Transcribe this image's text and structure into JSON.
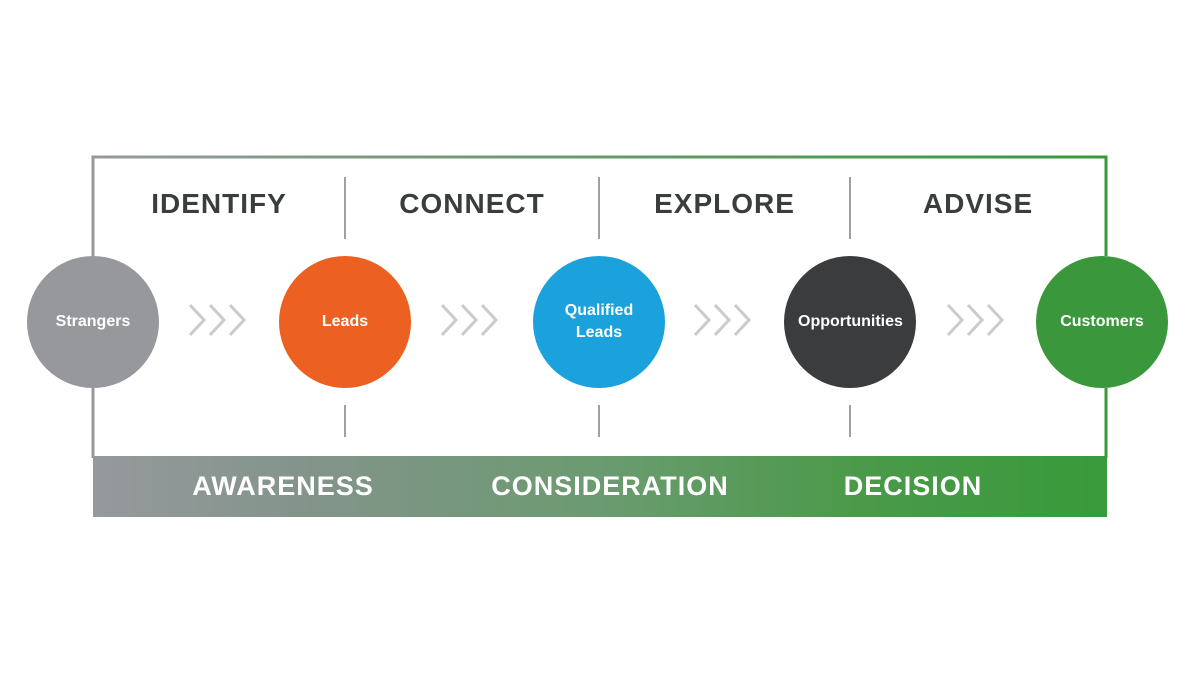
{
  "stages": [
    {
      "label": "IDENTIFY"
    },
    {
      "label": "CONNECT"
    },
    {
      "label": "EXPLORE"
    },
    {
      "label": "ADVISE"
    }
  ],
  "nodes": [
    {
      "label": "Strangers",
      "color": "#96989b"
    },
    {
      "label": "Leads",
      "color": "#ec6121"
    },
    {
      "label": "Qualified Leads",
      "color": "#1ba1dc"
    },
    {
      "label": "Opportunities",
      "color": "#3a3c3e"
    },
    {
      "label": "Customers",
      "color": "#3a973b"
    }
  ],
  "phases": [
    {
      "label": "AWARENESS"
    },
    {
      "label": "CONSIDERATION"
    },
    {
      "label": "DECISION"
    }
  ],
  "colors": {
    "frame_start": "#96999c",
    "frame_end": "#389a3a",
    "divider": "#9fa2a4",
    "chevron": "#c9cbcd",
    "stage_text": "#3a3d3e"
  }
}
